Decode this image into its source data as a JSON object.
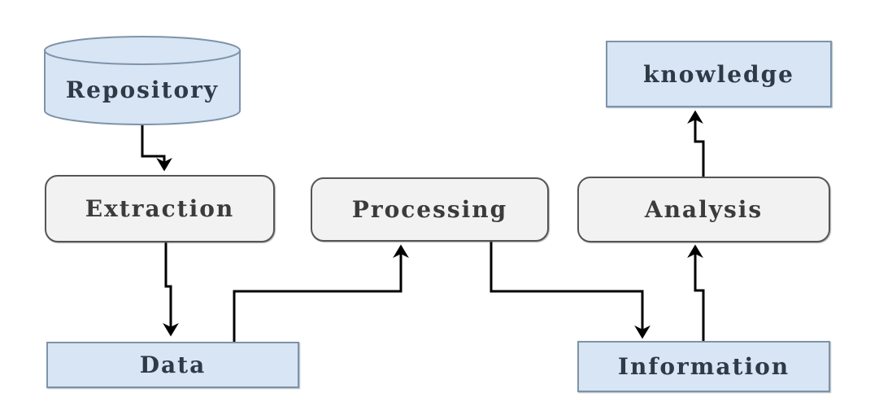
{
  "diagram": {
    "type": "flowchart",
    "background_color": "#ffffff",
    "connector_color": "#000000",
    "nodes": {
      "repository": {
        "label": "Repository",
        "shape": "cylinder",
        "fill": "#d8e5f4",
        "stroke": "#7e93a9"
      },
      "extraction": {
        "label": "Extraction",
        "shape": "rounded-rect",
        "fill": "#f2f2f2",
        "stroke": "#555555"
      },
      "processing": {
        "label": "Processing",
        "shape": "rounded-rect",
        "fill": "#f2f2f2",
        "stroke": "#555555"
      },
      "analysis": {
        "label": "Analysis",
        "shape": "rounded-rect",
        "fill": "#f2f2f2",
        "stroke": "#555555"
      },
      "data": {
        "label": "Data",
        "shape": "rect",
        "fill": "#d8e5f4",
        "stroke": "#7e93a9"
      },
      "information": {
        "label": "Information",
        "shape": "rect",
        "fill": "#d8e5f4",
        "stroke": "#7e93a9"
      },
      "knowledge": {
        "label": "knowledge",
        "shape": "rect",
        "fill": "#d8e5f4",
        "stroke": "#7e93a9"
      }
    },
    "edges": [
      {
        "from": "repository",
        "to": "extraction",
        "style": "elbow-arrow"
      },
      {
        "from": "extraction",
        "to": "data",
        "style": "elbow-arrow"
      },
      {
        "from": "data",
        "to": "processing",
        "style": "elbow-arrow"
      },
      {
        "from": "processing",
        "to": "information",
        "style": "elbow-arrow"
      },
      {
        "from": "information",
        "to": "analysis",
        "style": "elbow-arrow"
      },
      {
        "from": "analysis",
        "to": "knowledge",
        "style": "elbow-arrow"
      }
    ]
  }
}
